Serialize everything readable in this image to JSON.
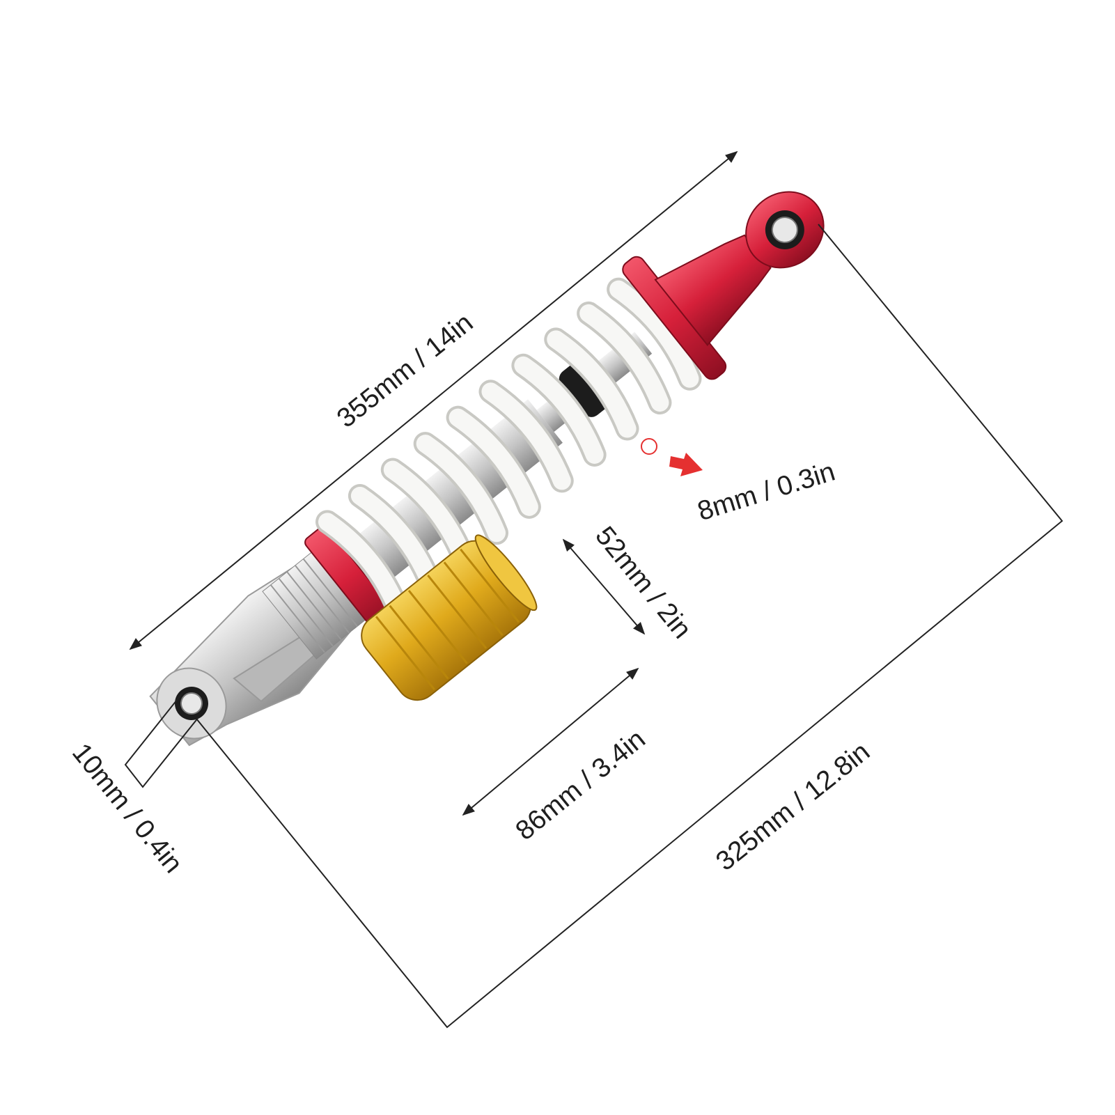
{
  "diagram": {
    "part": "rear-shock-absorber",
    "colors": {
      "background": "#ffffff",
      "line": "#222222",
      "label": "#1e1e1e",
      "spring": "#f7f7f5",
      "spring_shadow": "#c9c9c4",
      "shaft": "#c8c8c8",
      "top_mount": "#d6203a",
      "adjuster_ring": "#c8102e",
      "gas_reservoir": "#e0aa1c",
      "bottom_mount": "#cfcfcf",
      "indicator": "#e53030"
    },
    "dimensions": {
      "total_length": "355mm / 14in",
      "eye_to_eye": "325mm / 12.8in",
      "reservoir_diameter": "52mm / 2in",
      "reservoir_length": "86mm / 3.4in",
      "bottom_eye_bore": "10mm / 0.4in",
      "spring_wire": "8mm / 0.3in"
    }
  }
}
